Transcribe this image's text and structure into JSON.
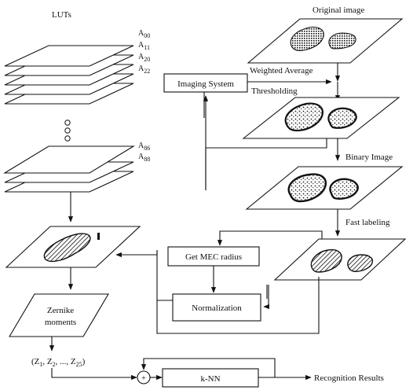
{
  "diagram": {
    "luts_title": "LUTs",
    "lut_labels_top": [
      "A00",
      "A11",
      "A20",
      "A22"
    ],
    "lut_labels_bottom": [
      "A86",
      "A88"
    ],
    "original_image_label": "Original image",
    "weighted_average_label": "Weighted Average",
    "thresholding_label": "Thresholding",
    "imaging_system_label": "Imaging System",
    "binary_image_label": "Binary Image",
    "fast_labeling_label": "Fast labeling",
    "get_mec_label": "Get MEC radius",
    "normalization_label": "Normalization",
    "zernike_line1": "Zernike",
    "zernike_line2": "moments",
    "vector_label": "(Z1, Z2, ..., Z25)",
    "sum_symbol": "+",
    "knn_label": "k-NN",
    "result_label": "Recognition Results"
  }
}
